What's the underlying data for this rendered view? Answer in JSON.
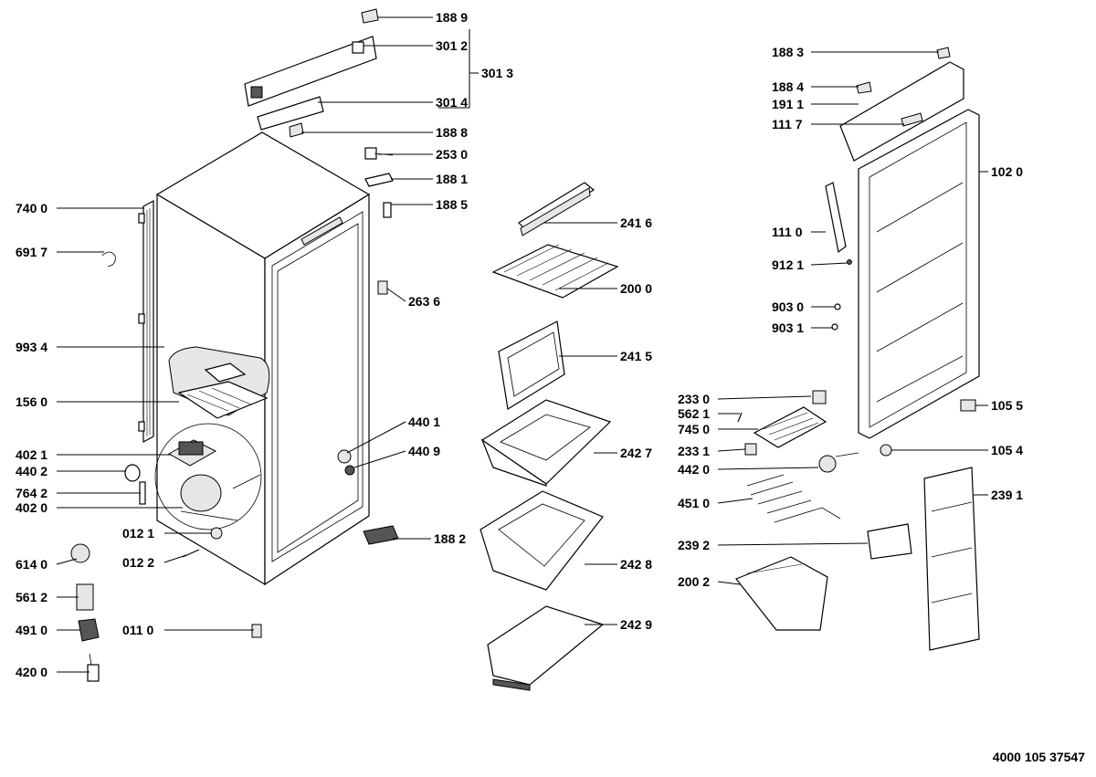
{
  "document_number": "4000 105 37547",
  "labels": {
    "l1889": "188 9",
    "l3012": "301 2",
    "l3013": "301 3",
    "l3014": "301 4",
    "l1888": "188 8",
    "l2530": "253 0",
    "l1881": "188 1",
    "l1885": "188 5",
    "l7400": "740 0",
    "l6917": "691 7",
    "l2636": "263 6",
    "l9934": "993 4",
    "l1560": "156 0",
    "l4401": "440 1",
    "l4021": "402 1",
    "l4409": "440 9",
    "l4402": "440 2",
    "l7642": "764 2",
    "l4020": "402 0",
    "l0121": "012 1",
    "l1882": "188 2",
    "l6140": "614 0",
    "l0122": "012 2",
    "l5612a": "561 2",
    "l4910": "491 0",
    "l0110": "011 0",
    "l4200": "420 0",
    "l2416": "241 6",
    "l2000": "200 0",
    "l2415": "241 5",
    "l2427": "242 7",
    "l2428": "242 8",
    "l2429": "242 9",
    "l1883": "188 3",
    "l1884": "188 4",
    "l1911": "191 1",
    "l1117": "111 7",
    "l1020": "102 0",
    "l1110": "111 0",
    "l9121": "912 1",
    "l9030": "903 0",
    "l9031": "903 1",
    "l2330": "233 0",
    "l5621": "562 1",
    "l7450": "745 0",
    "l2331": "233 1",
    "l4420": "442 0",
    "l4510": "451 0",
    "l2392": "239 2",
    "l2002": "200 2",
    "l1055": "105 5",
    "l1054": "105 4",
    "l2391": "239 1"
  }
}
